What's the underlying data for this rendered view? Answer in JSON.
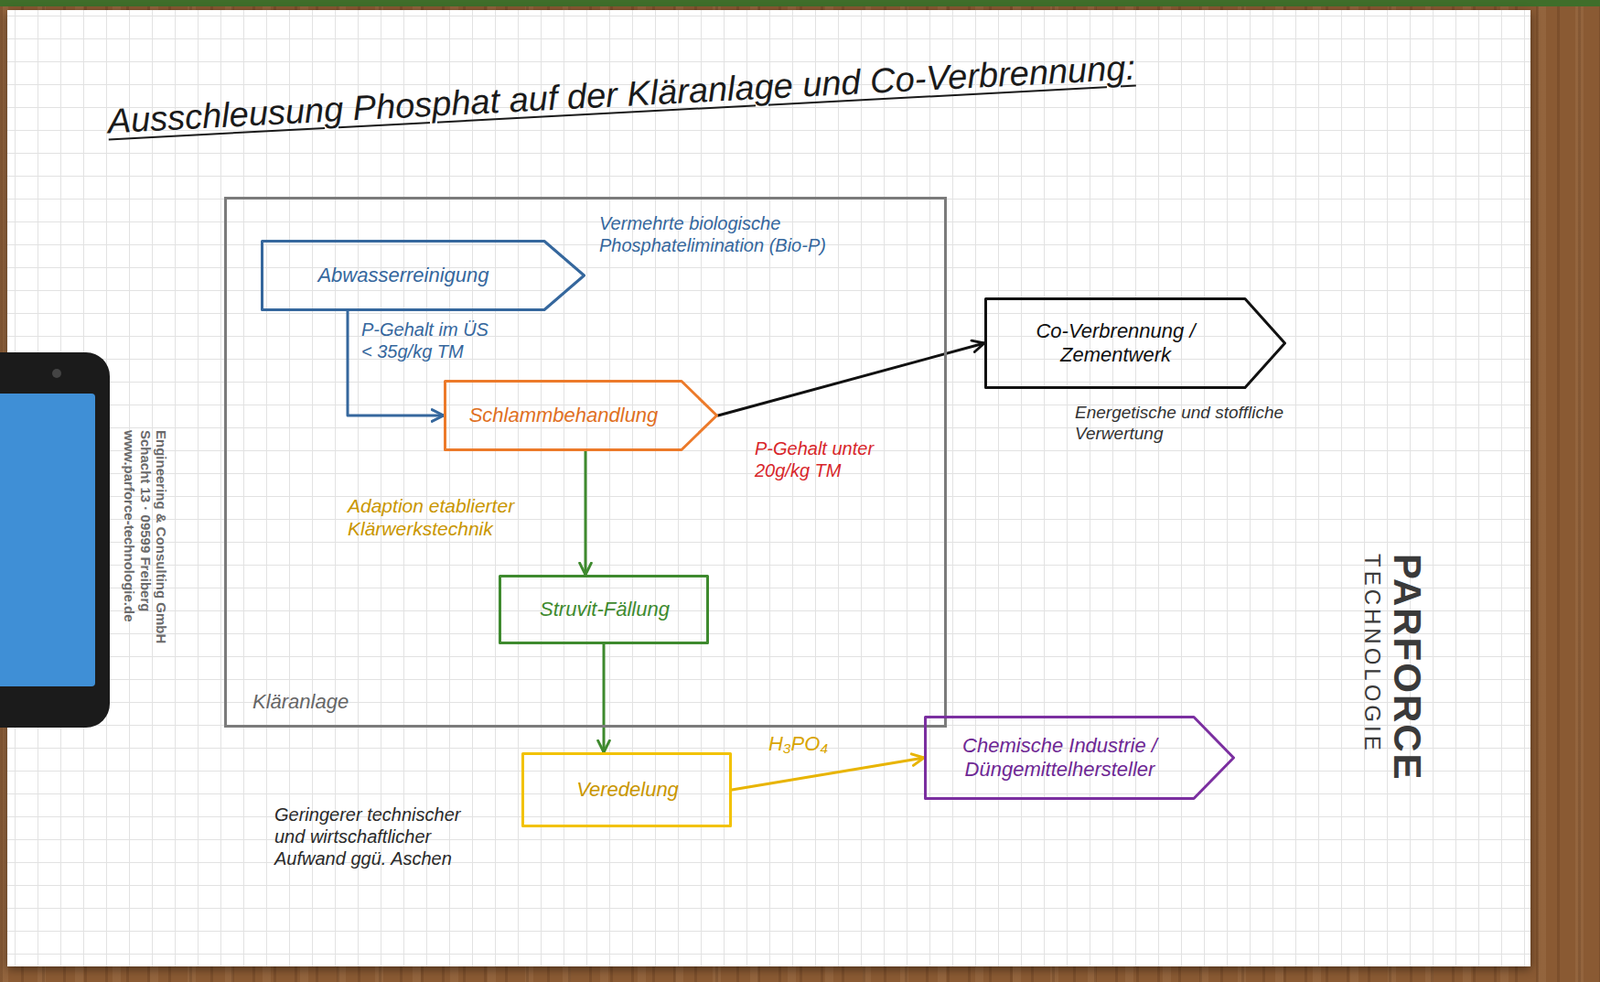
{
  "diagram": {
    "title": "Ausschleusung Phosphat auf der Kläranlage und Co-Verbrennung:",
    "nodes": [
      {
        "text": [
          "Kläranlage"
        ]
      },
      {
        "text": [
          "Abwasserreinigung"
        ],
        "in": 0
      },
      {
        "text": [
          "Schlammbehandlung"
        ],
        "in": 0
      },
      {
        "text": [
          "Struvit-Fällung"
        ],
        "in": 0
      },
      {
        "text": [
          "Co-Verbrennung / Zementwerk"
        ]
      },
      {
        "text": [
          "Veredelung"
        ]
      },
      {
        "text": [
          "Chemische Industrie / Düngemittelhersteller"
        ]
      }
    ],
    "edges": [
      {
        "from": 1,
        "to": 2,
        "arrow": "to",
        "label": "P-Gehalt im ÜS < 35g/kg TM"
      },
      {
        "from": 2,
        "to": 4,
        "arrow": "to",
        "label": "P-Gehalt unter 20g/kg TM"
      },
      {
        "from": 2,
        "to": 3,
        "arrow": "to",
        "label": "Adaption etablierter Klärwerkstechnik"
      },
      {
        "from": 3,
        "to": 5,
        "arrow": "to"
      },
      {
        "from": 5,
        "to": 6,
        "arrow": "to",
        "label": "H₃PO₄"
      }
    ],
    "labels": [
      "Vermehrte biologische Phosphatelimination (Bio-P)",
      "Energetische und stoffliche Verwertung",
      "Geringerer technischer und wirtschaftlicher Aufwand ggü. Aschen",
      "Engineering & Consulting GmbH",
      "Schacht 13 · 09599 Freiberg",
      "www.parforce-technologie.de",
      "PARFORCE",
      "TECHNOLOGIE"
    ]
  }
}
